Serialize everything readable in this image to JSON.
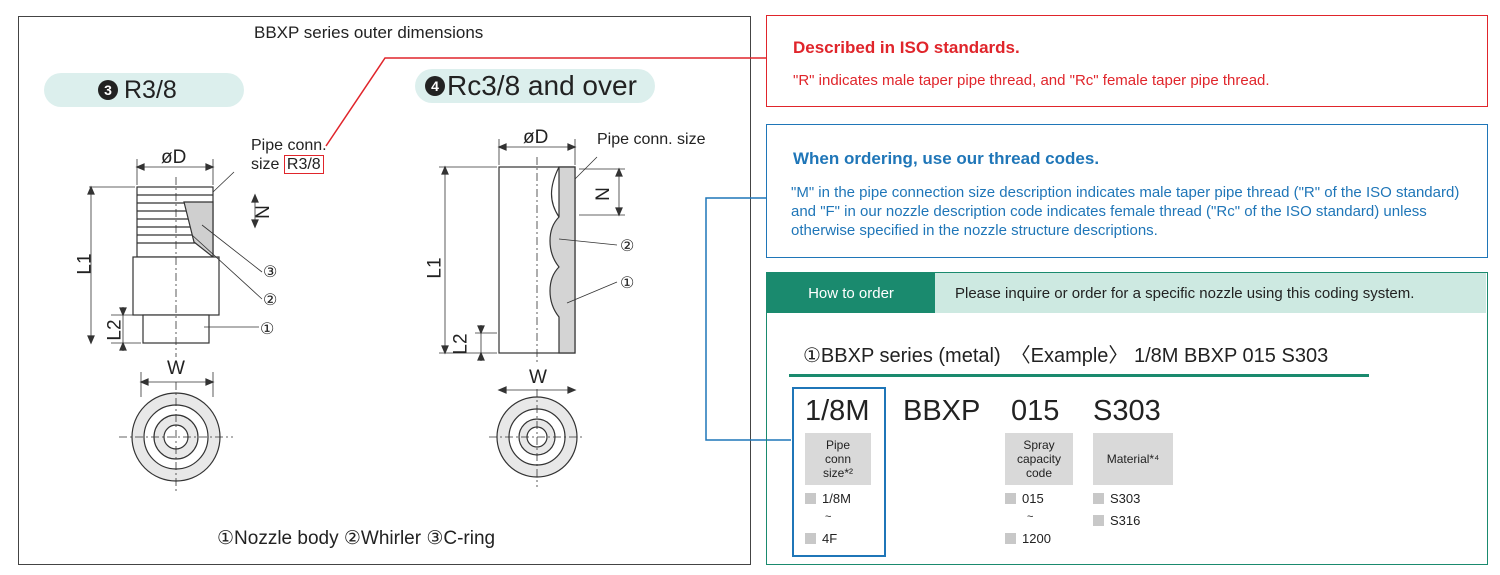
{
  "left_panel": {
    "title": "BBXP series outer dimensions",
    "drawing3": {
      "number": "3",
      "label": "R3/8"
    },
    "drawing4": {
      "number": "4",
      "label": "Rc3/8 and over"
    },
    "label_od": "øD",
    "label_pipe_conn_line1": "Pipe conn.",
    "label_pipe_size_prefix": "size",
    "label_pipe_size_value": "R3/8",
    "label_pipe_conn_size": "Pipe conn. size",
    "label_n": "N",
    "label_l1": "L1",
    "label_l2": "L2",
    "label_w": "W",
    "callout_1": "①",
    "callout_2": "②",
    "callout_3": "③",
    "legend": "①Nozzle body ②Whirler ③C-ring"
  },
  "iso_box": {
    "title": "Described in ISO standards.",
    "text": "\"R\" indicates male taper pipe thread, and \"Rc\" female taper pipe thread."
  },
  "order_box": {
    "title": "When ordering, use our thread codes.",
    "text": "\"M\" in the pipe connection size description indicates male taper pipe thread (\"R\" of the ISO standard) and \"F\" in our nozzle description code indicates female thread (\"Rc\" of the ISO standard) unless otherwise specified in the nozzle structure descriptions."
  },
  "how_to_order": {
    "tab": "How to order",
    "description": "Please inquire or order for a specific nozzle using this coding system.",
    "series_line": "①BBXP series (metal)　〈Example〉 1/8M BBXP 015 S303",
    "codes": [
      {
        "code": "1/8M",
        "tag_lines": [
          "Pipe",
          "conn",
          "size*²"
        ],
        "options": [
          "1/8M",
          "~",
          "4F"
        ]
      },
      {
        "code": "BBXP"
      },
      {
        "code": "015",
        "tag_lines": [
          "Spray",
          "capacity",
          "code"
        ],
        "options": [
          "015",
          "~",
          "1200"
        ]
      },
      {
        "code": "S303",
        "tag_lines": [
          "Material*⁴"
        ],
        "options": [
          "S303",
          "S316"
        ]
      }
    ]
  },
  "colors": {
    "red": "#e0252b",
    "blue": "#1f76b8",
    "green": "#1a8a6e",
    "pill": "#dcefed",
    "header": "#cde9e1"
  }
}
